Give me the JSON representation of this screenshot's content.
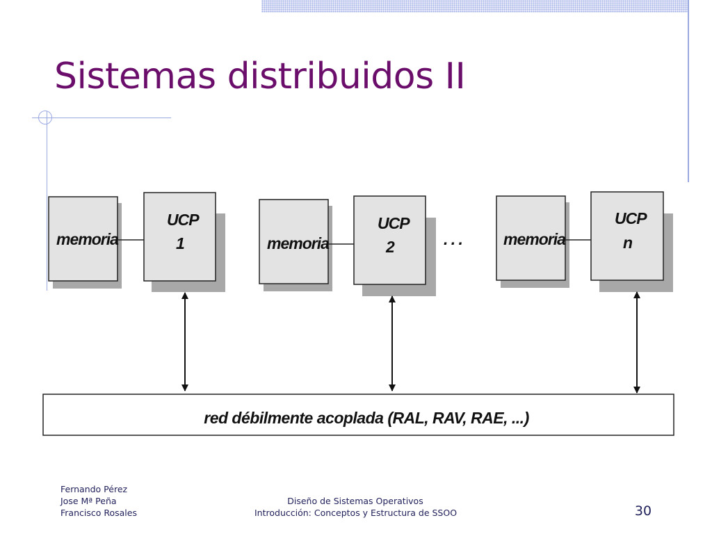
{
  "slide": {
    "title": "Sistemas distribuidos II",
    "page_number": "30"
  },
  "diagram": {
    "nodes": [
      {
        "memory_label": "memoria",
        "cpu_label": "UCP",
        "cpu_index": "1"
      },
      {
        "memory_label": "memoria",
        "cpu_label": "UCP",
        "cpu_index": "2"
      },
      {
        "memory_label": "memoria",
        "cpu_label": "UCP",
        "cpu_index": "n"
      }
    ],
    "ellipsis": ". . .",
    "network_label": "red débilmente acoplada (RAL, RAV, RAE, ...)"
  },
  "footer": {
    "authors": [
      "Fernando Pérez",
      "Jose Mª Peña",
      "Francisco Rosales"
    ],
    "course": [
      "Diseño de Sistemas Operativos",
      "Introducción: Conceptos y Estructura de SSOO"
    ]
  },
  "colors": {
    "title": "#6b0e6b",
    "box_fill": "#e3e3e3",
    "shadow": "#a8a8a8",
    "accent_lines": "#9aa8e2",
    "footer_text": "#1f1f5a"
  }
}
